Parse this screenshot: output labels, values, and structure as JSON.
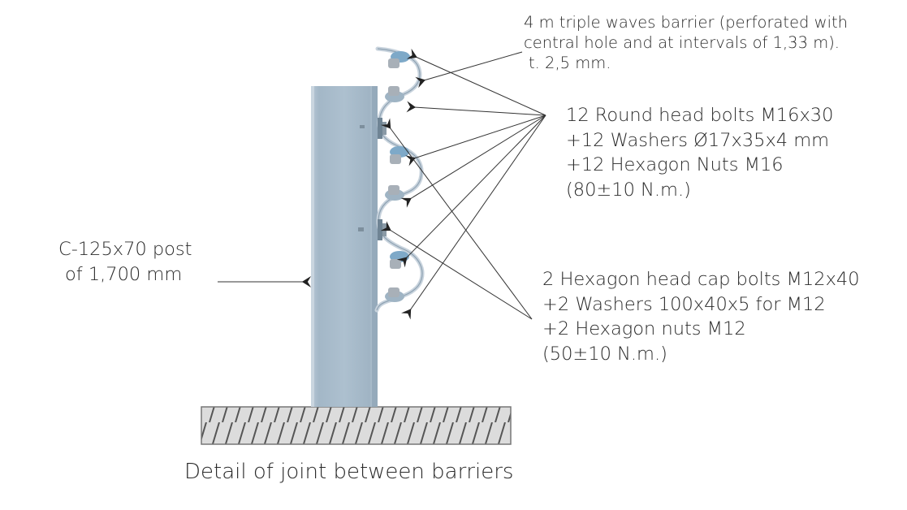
{
  "diagram": {
    "title": "Detail of joint between barriers",
    "colors": {
      "post": "#a9bccb",
      "post_edge": "#8fa3b3",
      "barrier": "#c8d3dd",
      "bolt_head": "#7ea9c8",
      "ground_fill": "#dcdcdc",
      "hatch": "#555555",
      "leader": "#333333",
      "text": "#2a2a2a"
    },
    "components": {
      "post": {
        "label_lines": [
          "C-125x70 post",
          "of 1,700 mm"
        ]
      },
      "barrier": {
        "label_lines": [
          "4 m triple waves barrier (perforated with",
          "central hole and at intervals of 1,33 m).",
          "t. 2,5 mm."
        ]
      },
      "round_head_bolts": {
        "label_lines": [
          "12 Round head bolts M16x30",
          "+12 Washers Ø17x35x4 mm",
          "+12 Hexagon Nuts M16",
          "(80±10 N.m.)"
        ],
        "quantity": 12,
        "torque_nm": "80±10"
      },
      "hexagon_cap_bolts": {
        "label_lines": [
          "2 Hexagon head cap bolts M12x40",
          "+2 Washers 100x40x5 for M12",
          "+2 Hexagon nuts M12",
          "(50±10 N.m.)"
        ],
        "quantity": 2,
        "torque_nm": "50±10"
      },
      "ground": {
        "label_lines": []
      }
    }
  }
}
